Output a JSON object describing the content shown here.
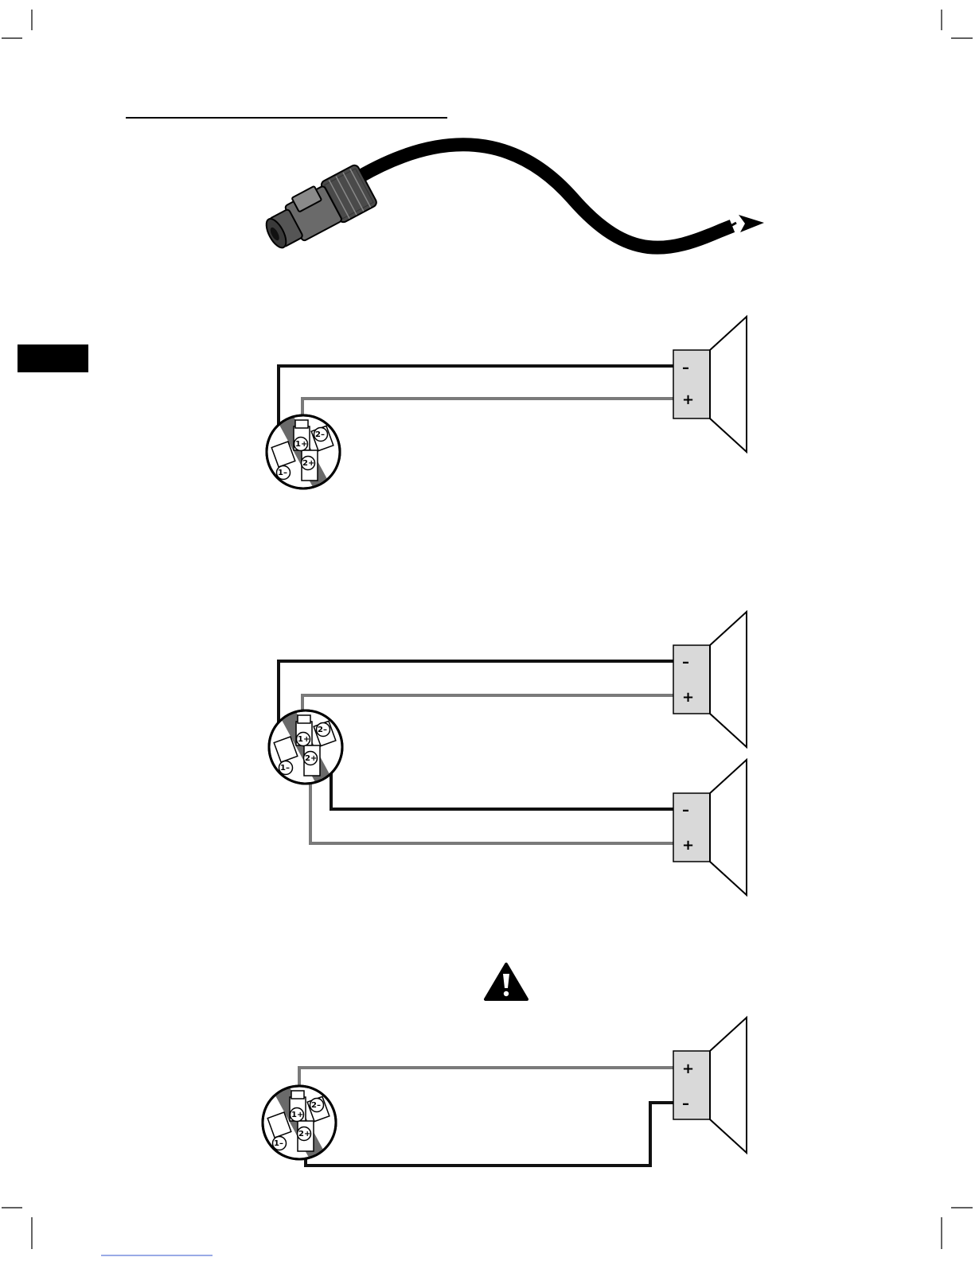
{
  "colors": {
    "ink": "#000000",
    "wire_negative": "#111111",
    "wire_positive": "#7a7a7a",
    "terminal_fill": "#d9d9d9",
    "plug_body": "#5c5c5c"
  },
  "section_tab_icon": "black-tab",
  "warning_icon": "warning-triangle-exclamation-icon",
  "connector": {
    "pins": {
      "one_plus": "1+",
      "one_minus": "1–",
      "two_plus": "2+",
      "two_minus": "2–"
    }
  },
  "speaker": {
    "plus": "+",
    "minus": "–"
  },
  "diagrams": [
    {
      "id": "single-speaker",
      "wiring": "1–→–, 1+→+"
    },
    {
      "id": "two-speakers",
      "wiring": "1–→spk1 –, 1+→spk1 +, 2–→spk2 –, 2+→spk2 +"
    },
    {
      "id": "bi-amp-warning",
      "wiring": "1+→+, 2+→–"
    }
  ]
}
